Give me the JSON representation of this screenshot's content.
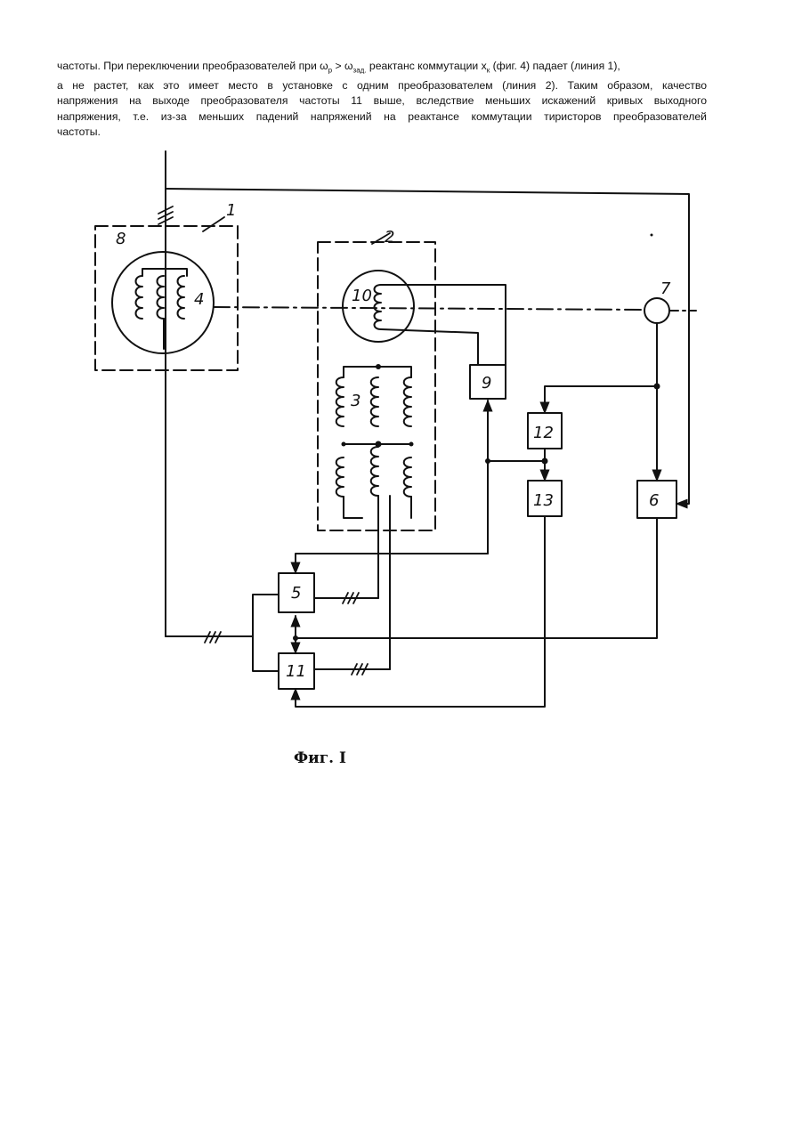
{
  "text": {
    "line1_a": "частоты. При переключении преобразователей при ω",
    "line1_sub1": "р",
    "line1_b": " > ω",
    "line1_sub2": "зад.",
    "line1_c": " реактанс коммутации x",
    "line1_sub3": "к",
    "line1_d": " (фиг. 4) падает (линия 1),",
    "line2": "а не растет, как это имеет место в установке с одним преобразователем (линия 2). Таким образом, качество",
    "line3": "напряжения на выходе преобразователя частоты 11 выше, вследствие меньших искажений кривых выходного",
    "line4": "напряжения, т.е. из-за меньших падений напряжений на реактансе коммутации тиристоров преобразователей",
    "line5": "частоты."
  },
  "diagram": {
    "labels": {
      "l1": "1",
      "l2": "2",
      "l3": "3",
      "l4": "4",
      "l5": "5",
      "l6": "6",
      "l7": "7",
      "l8": "8",
      "l9": "9",
      "l10": "10",
      "l11": "11",
      "l12": "12",
      "l13": "13"
    },
    "bus_marks": "///"
  },
  "caption": "Фиг. I"
}
